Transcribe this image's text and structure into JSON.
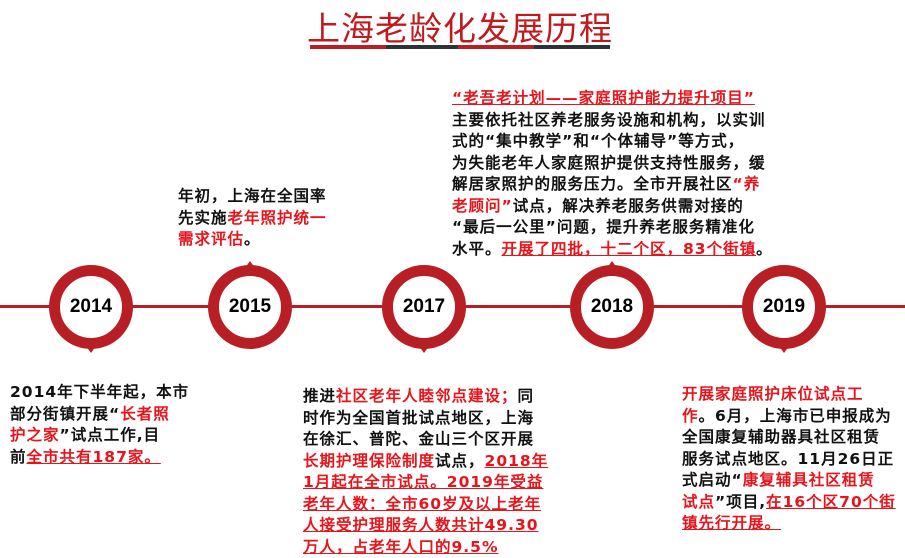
{
  "title": "上海老龄化发展历程",
  "colors": {
    "accent": "#b81f25",
    "highlight": "#e8141b",
    "dark": "#2b3336"
  },
  "years": [
    "2014",
    "2015",
    "2017",
    "2018",
    "2019"
  ],
  "blocks": {
    "b2014": [
      [
        {
          "t": "2014年下半年起，本市"
        }
      ],
      [
        {
          "t": "部分街镇开展“"
        },
        {
          "t": "长者照",
          "red": true
        }
      ],
      [
        {
          "t": "护之家",
          "red": true
        },
        {
          "t": "”试点工作,目"
        }
      ],
      [
        {
          "t": "前"
        },
        {
          "t": "全市共有187家。",
          "red": true,
          "u": true
        }
      ]
    ],
    "b2015": [
      [
        {
          "t": "年初，上海在全国率"
        }
      ],
      [
        {
          "t": "先实施"
        },
        {
          "t": "老年照护统一",
          "red": true
        }
      ],
      [
        {
          "t": "需求评估",
          "red": true
        },
        {
          "t": "。"
        }
      ]
    ],
    "b2017": [
      [
        {
          "t": "推进"
        },
        {
          "t": "社区老年人睦邻点建设；",
          "red": true
        },
        {
          "t": "同"
        }
      ],
      [
        {
          "t": "时作为全国首批试点地区，上海"
        }
      ],
      [
        {
          "t": "在徐汇、普陀、金山三个区开展"
        }
      ],
      [
        {
          "t": "长期护理保险制度",
          "red": true
        },
        {
          "t": "试点，"
        },
        {
          "t": "2018年",
          "red": true,
          "u": true
        }
      ],
      [
        {
          "t": "1月起在全市试点。2019年受益",
          "red": true,
          "u": true
        }
      ],
      [
        {
          "t": "老年人数：全市60岁及以上老年",
          "red": true,
          "u": true
        }
      ],
      [
        {
          "t": "人接受护理服务人数共计49.30",
          "red": true,
          "u": true
        }
      ],
      [
        {
          "t": "万人，占老年人口的9.5%",
          "red": true,
          "u": true
        }
      ]
    ],
    "b2018": [
      [
        {
          "t": "“老吾老计划——家庭照护能力提升项目”",
          "red": true,
          "u": true
        }
      ],
      [
        {
          "t": "主要依托社区养老服务设施和机构，以实训"
        }
      ],
      [
        {
          "t": "式的“集中教学”和“个体辅导”等方式，"
        }
      ],
      [
        {
          "t": "为失能老年人家庭照护提供支持性服务，缓"
        }
      ],
      [
        {
          "t": "解居家照护的服务压力。全市开展社区"
        },
        {
          "t": "“养",
          "red": true
        }
      ],
      [
        {
          "t": "老顾问”",
          "red": true
        },
        {
          "t": "试点，解决养老服务供需对接的"
        }
      ],
      [
        {
          "t": "“最后一公里”问题，提升养老服务精准化"
        }
      ],
      [
        {
          "t": "水平。"
        },
        {
          "t": "开展了四批，十二个区，83个街镇",
          "red": true,
          "u": true
        },
        {
          "t": "。"
        }
      ]
    ],
    "b2019": [
      [
        {
          "t": "开展家庭照护床位试点工",
          "red": true
        }
      ],
      [
        {
          "t": "作",
          "red": true
        },
        {
          "t": "。6月，上海市已申报成为"
        }
      ],
      [
        {
          "t": "全国康复辅助器具社区租赁"
        }
      ],
      [
        {
          "t": "服务试点地区。11月26日正"
        }
      ],
      [
        {
          "t": "式启动“"
        },
        {
          "t": "康复辅具社区租赁",
          "red": true
        }
      ],
      [
        {
          "t": "试点",
          "red": true
        },
        {
          "t": "”项目,"
        },
        {
          "t": "在16个区70个街",
          "red": true,
          "u": true
        }
      ],
      [
        {
          "t": "镇先行开展。",
          "red": true,
          "u": true
        }
      ]
    ]
  }
}
